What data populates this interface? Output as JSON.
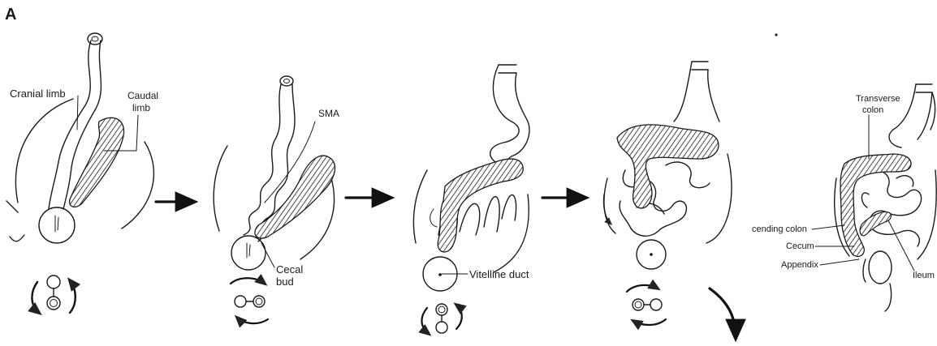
{
  "panel_label": "A",
  "labels": {
    "cranial_limb": "Cranial limb",
    "caudal_limb_1": "Caudal",
    "caudal_limb_2": "limb",
    "sma": "SMA",
    "cecal_bud_1": "Cecal",
    "cecal_bud_2": "bud",
    "vitelline_duct": "Vitelline duct",
    "transverse_colon_1": "Transverse",
    "transverse_colon_2": "colon",
    "ascending_colon": "cending colon",
    "cecum": "Cecum",
    "appendix": "Appendix",
    "ileum": "Ileum"
  }
}
